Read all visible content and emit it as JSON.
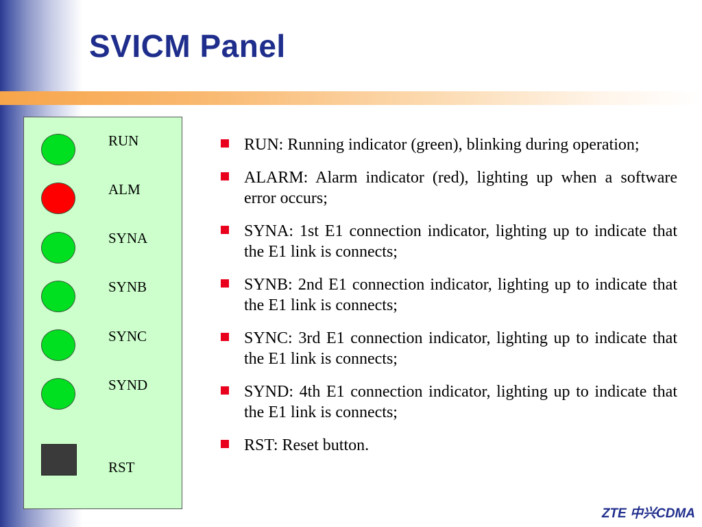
{
  "slide": {
    "title": "SVICM Panel",
    "footer": "ZTE 中兴CDMA"
  },
  "panel": {
    "indicators": [
      {
        "label": "RUN",
        "color": "#00e020"
      },
      {
        "label": "ALM",
        "color": "#ff0000"
      },
      {
        "label": "SYNA",
        "color": "#00e020"
      },
      {
        "label": "SYNB",
        "color": "#00e020"
      },
      {
        "label": "SYNC",
        "color": "#00e020"
      },
      {
        "label": "SYND",
        "color": "#00e020"
      }
    ],
    "reset": {
      "label": "RST",
      "color": "#3a3a3a"
    }
  },
  "bullets": [
    "RUN: Running indicator (green), blinking during operation;",
    "ALARM: Alarm indicator (red), lighting up when a software error occurs;",
    "SYNA: 1st E1 connection indicator, lighting up to indicate that the E1 link is connects;",
    "SYNB: 2nd E1 connection indicator, lighting up to indicate that the E1 link is connects;",
    "SYNC: 3rd E1 connection indicator, lighting up to indicate that the E1 link is connects;",
    "SYND: 4th E1 connection indicator, lighting up to indicate that the E1 link is connects;",
    "RST: Reset button."
  ],
  "theme": {
    "title_color": "#1f2e8c",
    "bullet_color": "#e8001c",
    "panel_bg": "#ccffcc"
  }
}
